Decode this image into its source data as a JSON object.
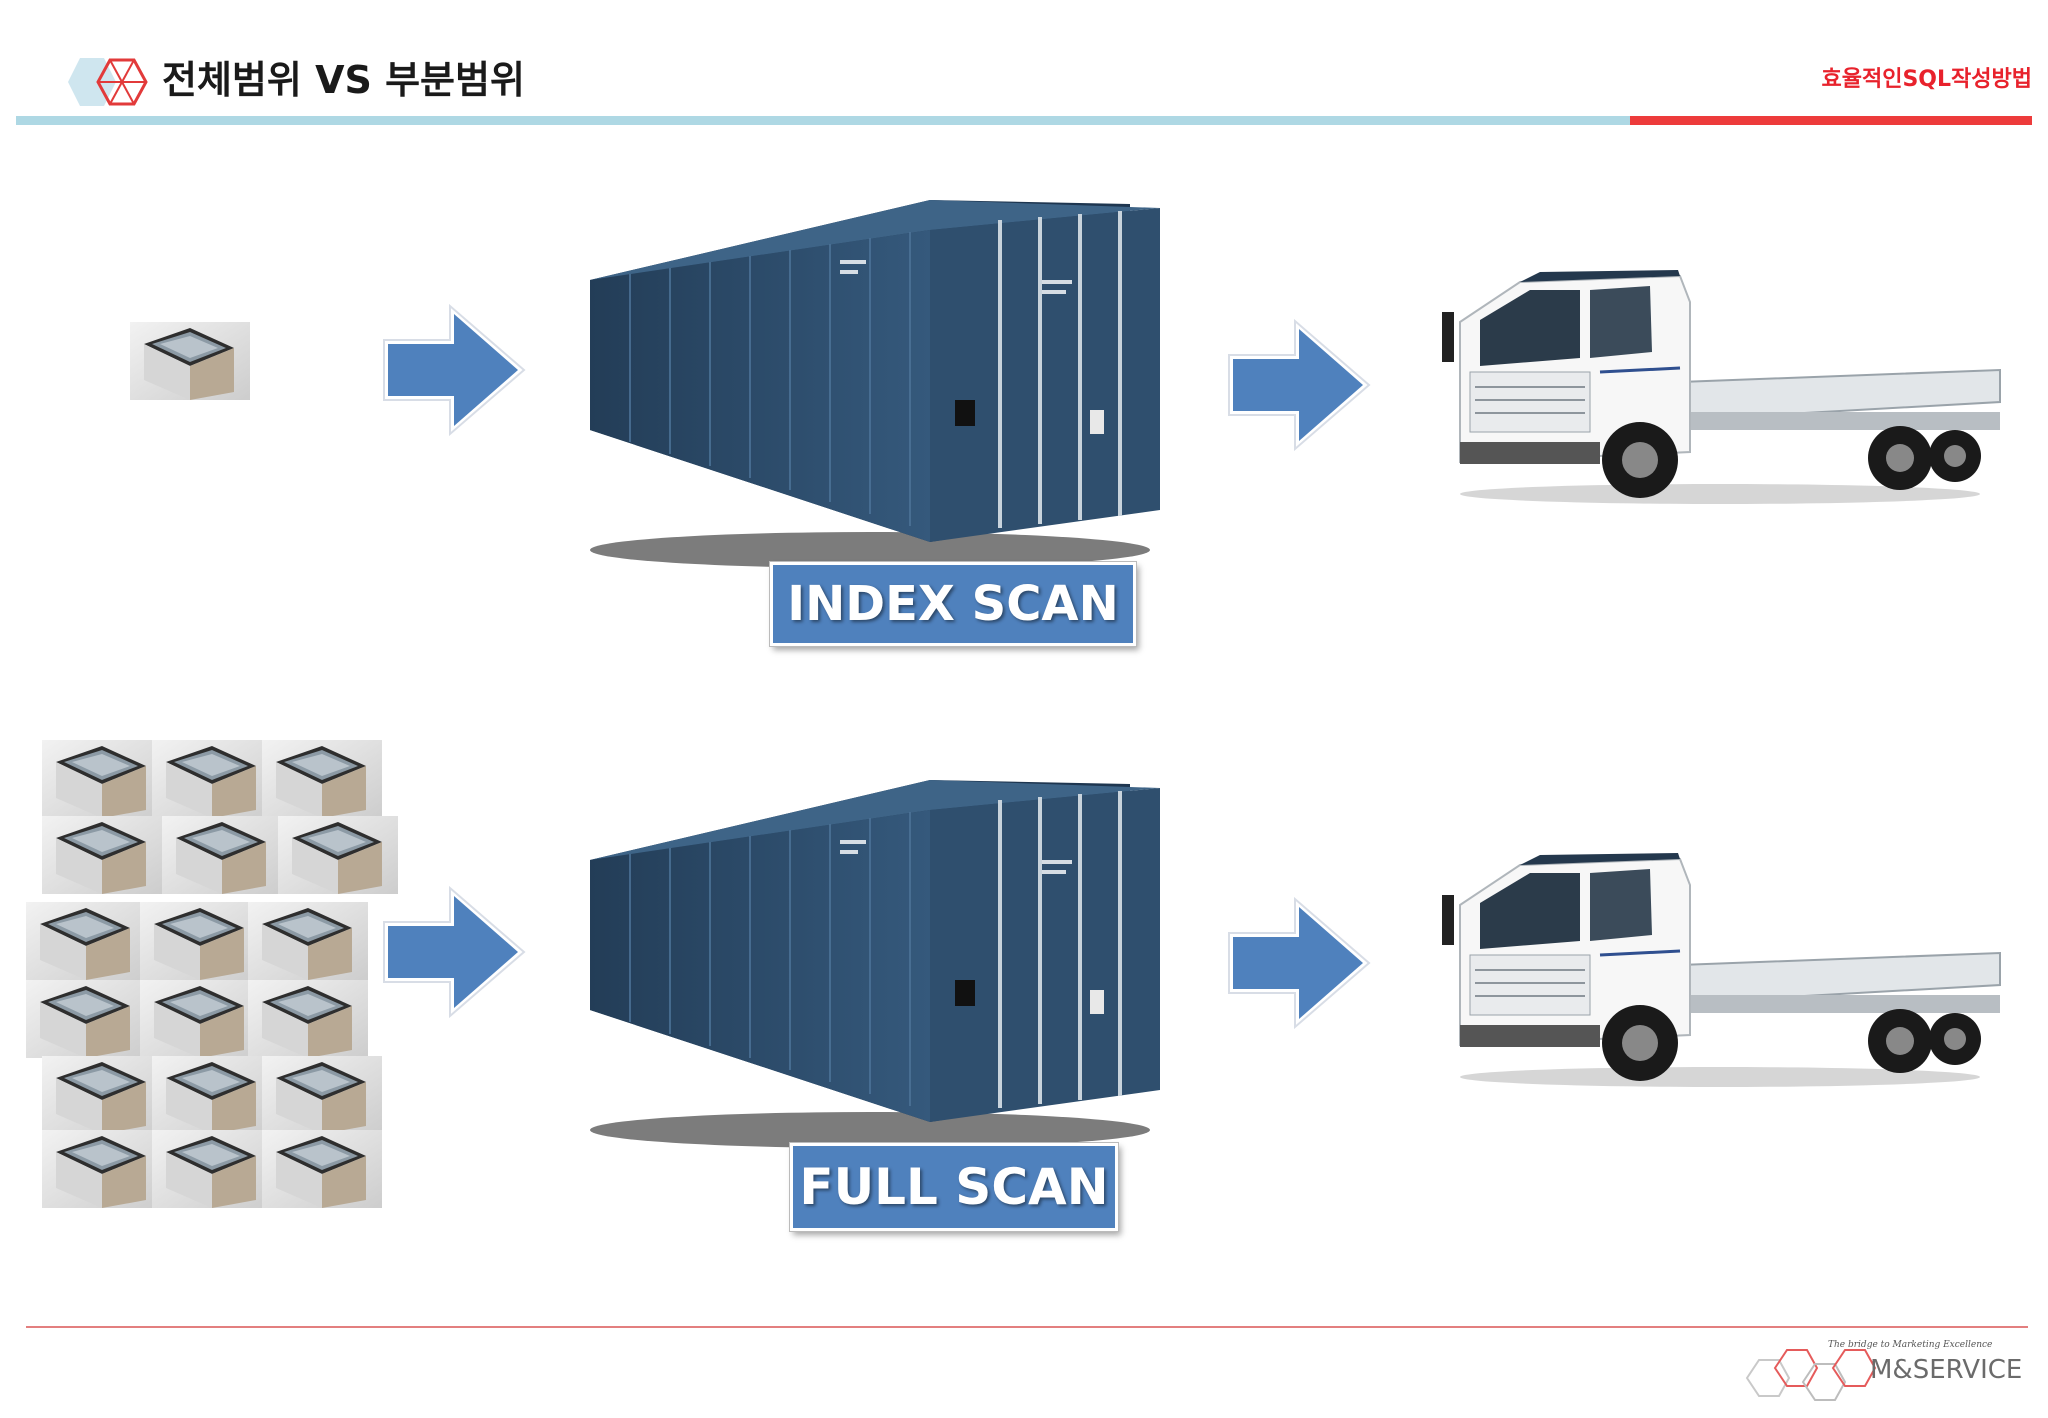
{
  "header": {
    "title": "전체범위 VS 부분범위",
    "subtitle": "효율적인SQL작성방법"
  },
  "labels": {
    "index_scan": "INDEX SCAN",
    "full_scan": "FULL SCAN"
  },
  "footer": {
    "tagline": "The bridge to Marketing Excellence",
    "brand": "M&SERVICE"
  },
  "colors": {
    "accent_blue": "#4f81bd",
    "header_bar_blue": "#aed8e4",
    "header_bar_red": "#ed3b3b",
    "subtitle_red": "#e8222c",
    "container_blue": "#2f4f6e"
  },
  "icons": {
    "header_logo": "hexagon-cube-logo",
    "arrow": "right-arrow-icon",
    "footer_logo": "ms-chain-logo"
  }
}
